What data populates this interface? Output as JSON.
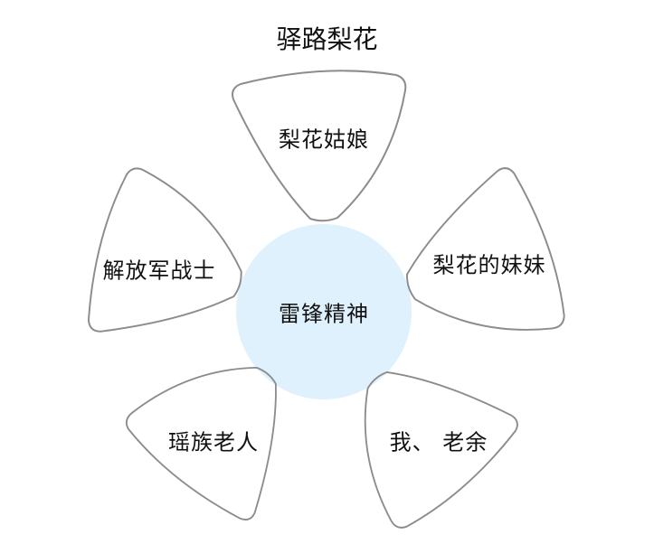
{
  "title": "驿路梨花",
  "center": {
    "label": "雷锋精神",
    "fill": "#dff1fc"
  },
  "petals": [
    {
      "label": "梨花姑娘"
    },
    {
      "label": "梨花的妹妹"
    },
    {
      "label": "我、 老余"
    },
    {
      "label": "瑶族老人"
    },
    {
      "label": "解放军战士"
    }
  ],
  "colors": {
    "stroke": "#8c8c8c"
  }
}
